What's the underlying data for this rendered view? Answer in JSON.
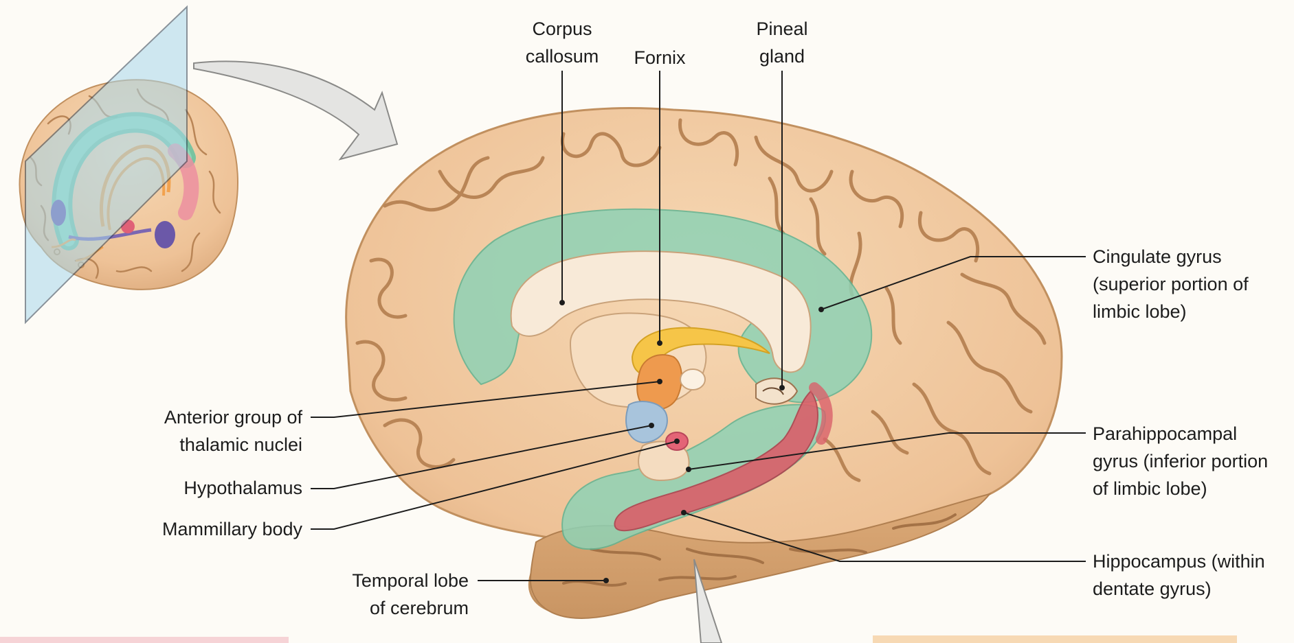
{
  "labels": {
    "corpus_callosum": [
      "Corpus",
      "callosum"
    ],
    "fornix": [
      "Fornix"
    ],
    "pineal_gland": [
      "Pineal",
      "gland"
    ],
    "cingulate_gyrus": [
      "Cingulate gyrus",
      "(superior portion of",
      "limbic lobe)"
    ],
    "anterior_thalamic": [
      "Anterior group of",
      "thalamic nuclei"
    ],
    "hypothalamus": [
      "Hypothalamus"
    ],
    "mammillary_body": [
      "Mammillary body"
    ],
    "parahippocampal_gyrus": [
      "Parahippocampal",
      "gyrus (inferior portion",
      "of limbic lobe)"
    ],
    "hippocampus": [
      "Hippocampus (within",
      "dentate gyrus)"
    ],
    "temporal_lobe": [
      "Temporal lobe",
      "of cerebrum"
    ]
  },
  "colors": {
    "background": "#fdfbf6",
    "brain_tan": "#efc69c",
    "brain_outline": "#c1905f",
    "sulcus": "#b98556",
    "limbic_green": "#8fd2b5",
    "hippocampus_red": "#d9606a",
    "fornix_yellow": "#f6c548",
    "thalamic_orange": "#ee9a4e",
    "hypothalamus_blue": "#a8c4dc",
    "mammillary_pink": "#e46476",
    "plane_blue": "#a9d8ec",
    "leader_line": "#1c1c1c"
  }
}
